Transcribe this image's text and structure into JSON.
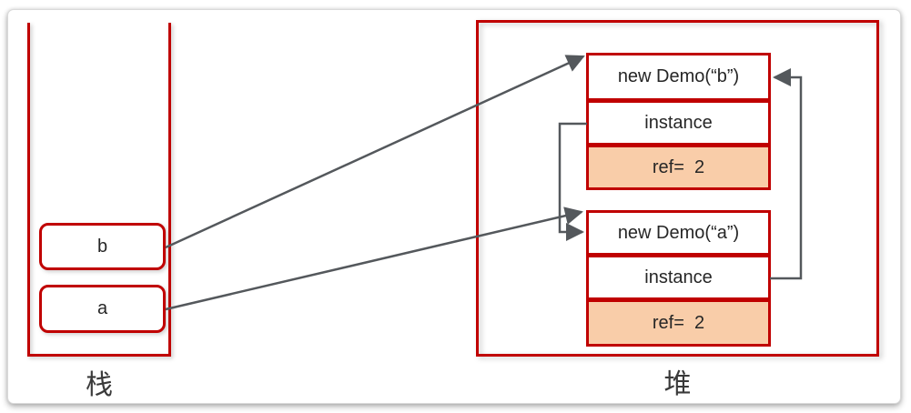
{
  "colors": {
    "border_red": "#C00000",
    "ref_fill": "#F9CDA9",
    "arrow_gray": "#54585C",
    "text_dark": "#262626",
    "label_gray": "#3A3A3A"
  },
  "stack": {
    "label": "栈",
    "items": [
      {
        "name": "b"
      },
      {
        "name": "a"
      }
    ]
  },
  "heap": {
    "label": "堆",
    "objects": [
      {
        "title": "new Demo(“b”)",
        "field": "instance",
        "ref": "ref=  2"
      },
      {
        "title": "new Demo(“a”)",
        "field": "instance",
        "ref": "ref=  2"
      }
    ]
  },
  "edges": [
    {
      "from": "stack.b",
      "to": "heap.new Demo(“b”)"
    },
    {
      "from": "stack.a",
      "to": "heap.new Demo(“a”)"
    },
    {
      "from": "heap.new Demo(“b”).instance",
      "to": "heap.new Demo(“a”)"
    },
    {
      "from": "heap.new Demo(“a”).instance",
      "to": "heap.new Demo(“b”)"
    }
  ]
}
